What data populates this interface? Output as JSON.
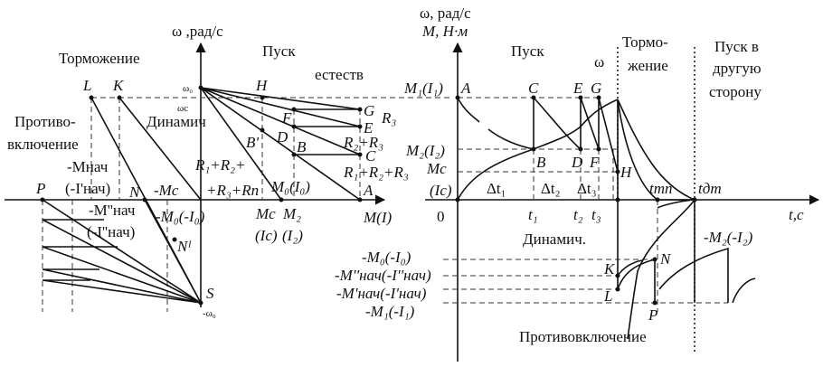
{
  "left": {
    "y_axis": "ω ,рад/с",
    "x_axis": "M(I)",
    "title_start": "Пуск",
    "title_brake": "Торможение",
    "omega0": "ω₀",
    "omegac": "ωc",
    "neg_omega0": "-ω₀",
    "pts": {
      "L": "L",
      "K": "K",
      "H": "H",
      "G": "G",
      "E": "E",
      "C": "C",
      "F": "F",
      "D": "D",
      "B": "B",
      "Bp": "B'",
      "A": "A",
      "P": "P",
      "N": "N",
      "NI": "Nᴵ",
      "S": "S"
    },
    "natural": "естеств",
    "r3": "R₃",
    "r23": "R₂+R₃",
    "r123": "R₁+R₂+R₃",
    "rp1": "R₁+R₂+",
    "rp2": "+R₃+Rп",
    "dyn": "Динамич",
    "counter1": "Противо-",
    "counter2": "включение",
    "mnach": "-Mнач",
    "inach": "(-I'нач)",
    "mnach2": "-M''нач",
    "inach2": "(-I''нач)",
    "negmc": "-Mc",
    "negm0": "-M₀(-I₀)",
    "m0": "M₀(I₀)",
    "mc": "Mc",
    "m2": "M₂",
    "ic": "(Ic)",
    "i2": "(I₂)"
  },
  "right": {
    "y_axis1": "ω, рад/с",
    "y_axis2": "M, Н·м",
    "x_axis": "t,c",
    "zero": "0",
    "start": "Пуск",
    "brake1": "Тормо-",
    "brake2": "жение",
    "rev1": "Пуск в",
    "rev2": "другую",
    "rev3": "сторону",
    "omega": "ω",
    "m1": "M₁(I₁)",
    "m2": "M₂(I₂)",
    "mc": "Mc",
    "ic": "(Ic)",
    "pts": {
      "A": "A",
      "C": "C",
      "E": "E",
      "G": "G",
      "B": "B",
      "D": "D",
      "F": "F",
      "H": "H",
      "K": "K",
      "L": "L",
      "N": "N",
      "P": "P"
    },
    "dt1": "Δt₁",
    "dt2": "Δt₂",
    "dt3": "Δt₃",
    "t1": "t₁",
    "t2": "t₂",
    "t3": "t₃",
    "ttp": "tтп",
    "tdt": "tдт",
    "dyn": "Динамич.",
    "counter": "Противовключение",
    "negm2": "-M₂(-I₂)",
    "negm0": "-M₀(-I₀)",
    "negmnach2": "-M''нач(-I''нач)",
    "negmnach": "-M'нач(-I'нач)",
    "negm1": "-M₁(-I₁)"
  }
}
